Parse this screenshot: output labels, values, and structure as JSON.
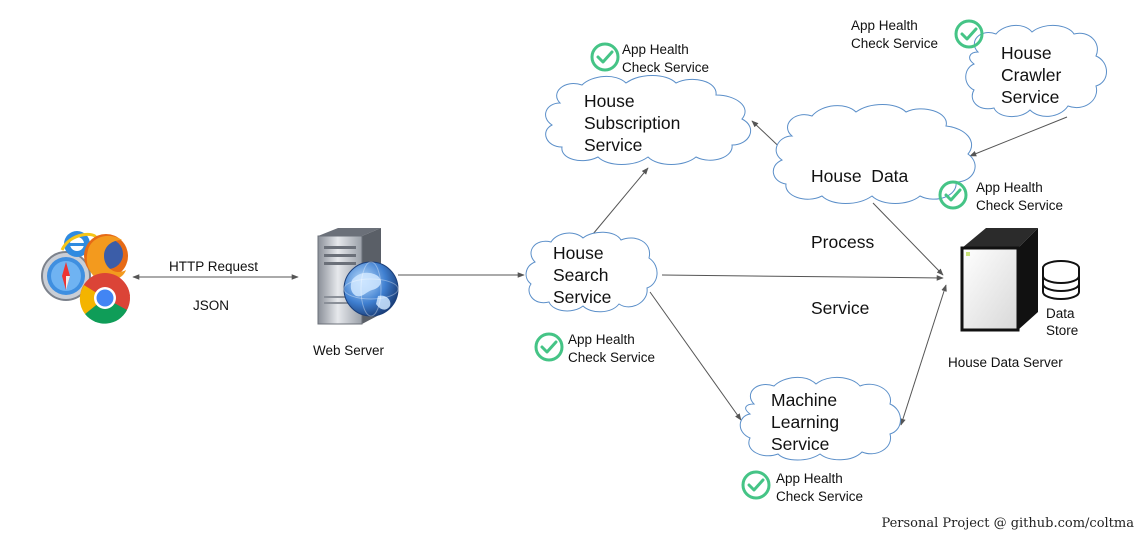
{
  "client": {
    "http_request": "HTTP Request",
    "json": "JSON"
  },
  "web_server": {
    "label": "Web Server"
  },
  "services": {
    "search": [
      "House",
      "Search",
      "Service"
    ],
    "subscription": [
      "House",
      "Subscription",
      "Service"
    ],
    "data_process": [
      "House  Data",
      "Process",
      "Service"
    ],
    "crawler": [
      "House",
      "Crawler",
      "Service"
    ],
    "machine_learning": [
      "Machine",
      "Learning",
      "Service"
    ]
  },
  "health_check": [
    "App Health",
    "Check Service"
  ],
  "data_server": {
    "label": "House Data Server",
    "store": [
      "Data",
      "Store"
    ]
  },
  "footer": "Personal Project @ github.com/coltma",
  "colors": {
    "cloud_stroke": "#5b8fc9",
    "check_green": "#45c486",
    "arrow": "#555555"
  }
}
